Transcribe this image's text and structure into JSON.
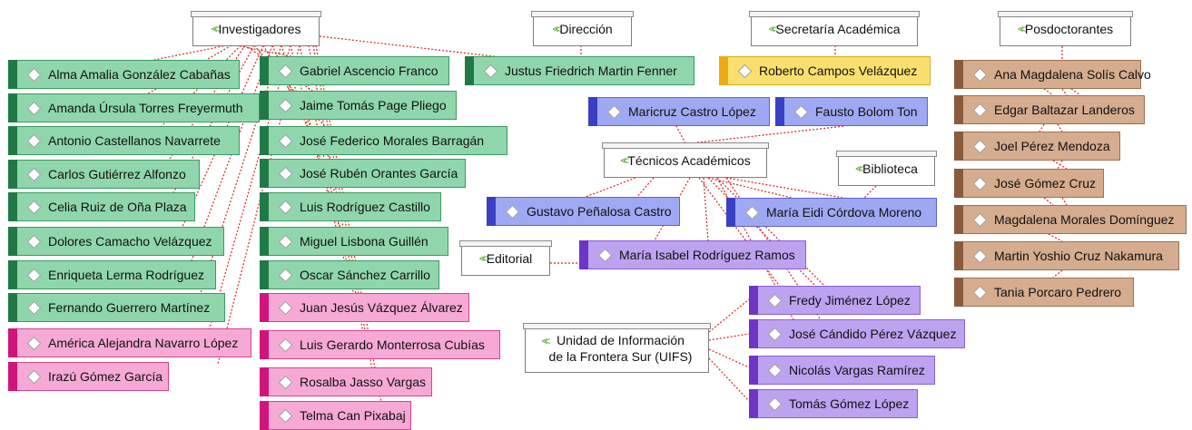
{
  "headers": {
    "investigadores": "Investigadores",
    "direccion": "Dirección",
    "secretaria": "Secretaría Académica",
    "posdoctorantes": "Posdoctorantes",
    "tecnicos": "Técnicos Académicos",
    "biblioteca": "Biblioteca",
    "editorial": "Editorial",
    "uifs_line1": "Unidad de Información",
    "uifs_line2": "de la Frontera Sur (UIFS)"
  },
  "nodes": {
    "alma": "Alma Amalia González Cabañas",
    "amanda": "Amanda Úrsula Torres Freyermuth",
    "antonio": "Antonio Castellanos Navarrete",
    "carlos": "Carlos Gutiérrez Alfonzo",
    "celia": "Celia Ruiz de Oña Plaza",
    "dolores": "Dolores Camacho Velázquez",
    "enriqueta": "Enriqueta Lerma Rodríguez",
    "fernando": "Fernando Guerrero Martínez",
    "america": "América Alejandra Navarro López",
    "irazu": "Irazú Gómez García",
    "gabriel": "Gabriel Ascencio Franco",
    "jaime": "Jaime Tomás Page Pliego",
    "josefederico": "José Federico Morales Barragán",
    "joseruben": "José Rubén Orantes García",
    "luisrodriguez": "Luis Rodríguez Castillo",
    "miguel": "Miguel Lisbona Guillén",
    "oscar": "Oscar Sánchez Carrillo",
    "juanjesus": "Juan Jesús Vázquez Álvarez",
    "luisgerardo": "Luis Gerardo Monterrosa Cubías",
    "rosalba": "Rosalba Jasso Vargas",
    "telma": "Telma Can Pixabaj",
    "justus": "Justus Friedrich Martin Fenner",
    "roberto": "Roberto Campos Velázquez",
    "maricruz": "Maricruz Castro López",
    "fausto": "Fausto Bolom Ton",
    "gustavo": "Gustavo Peñalosa Castro",
    "mariaeidi": "María Eidi Córdova Moreno",
    "mariaisabel": "María Isabel Rodríguez Ramos",
    "fredy": "Fredy Jiménez López",
    "josecandido": "José Cándido Pérez Vázquez",
    "nicolas": "Nicolás Vargas Ramírez",
    "tomas": "Tomás Gómez López",
    "ana": "Ana Magdalena Solís Calvo",
    "edgar": "Edgar Baltazar Landeros",
    "joel": "Joel Pérez Mendoza",
    "josegomez": "José Gómez Cruz",
    "magdalena": "Magdalena Morales Domínguez",
    "martin": "Martin Yoshio Cruz Nakamura",
    "tania": "Tania Porcaro Pedrero"
  },
  "colors": {
    "investigador": "#8fd6ac",
    "investigadora_pink": "#f6a9d4",
    "tecnico_blue": "#9fa8f2",
    "tecnico_violet": "#bca2ef",
    "secretaria": "#f9e06e",
    "posdoc": "#d5ac8e",
    "link": "#e0201e"
  },
  "icons": {
    "header": "double-chevron-icon",
    "node": "diamond-icon"
  }
}
